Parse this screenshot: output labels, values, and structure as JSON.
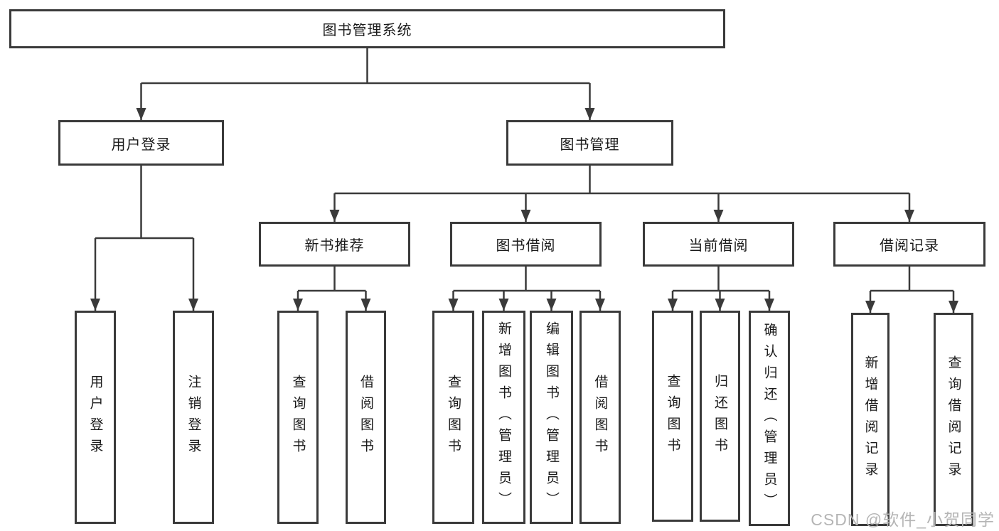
{
  "watermark": "CSDN @软件_小贺同学",
  "colors": {
    "line": "#3a3a3a",
    "box_border": "#3a3a3a",
    "text": "#1a1a1a",
    "watermark": "#b5b5b5",
    "background": "#ffffff"
  },
  "tree": {
    "root": "图书管理系统",
    "branches": [
      {
        "label": "用户登录",
        "children": [
          "用户登录",
          "注销登录"
        ]
      },
      {
        "label": "图书管理",
        "groups": [
          {
            "label": "新书推荐",
            "children": [
              "查询图书",
              "借阅图书"
            ]
          },
          {
            "label": "图书借阅",
            "children": [
              "查询图书",
              "新增图书（管理员）",
              "编辑图书（管理员）",
              "借阅图书"
            ]
          },
          {
            "label": "当前借阅",
            "children": [
              "查询图书",
              "归还图书",
              "确认归还（管理员）"
            ]
          },
          {
            "label": "借阅记录",
            "children": [
              "新增借阅记录",
              "查询借阅记录"
            ]
          }
        ]
      }
    ]
  }
}
